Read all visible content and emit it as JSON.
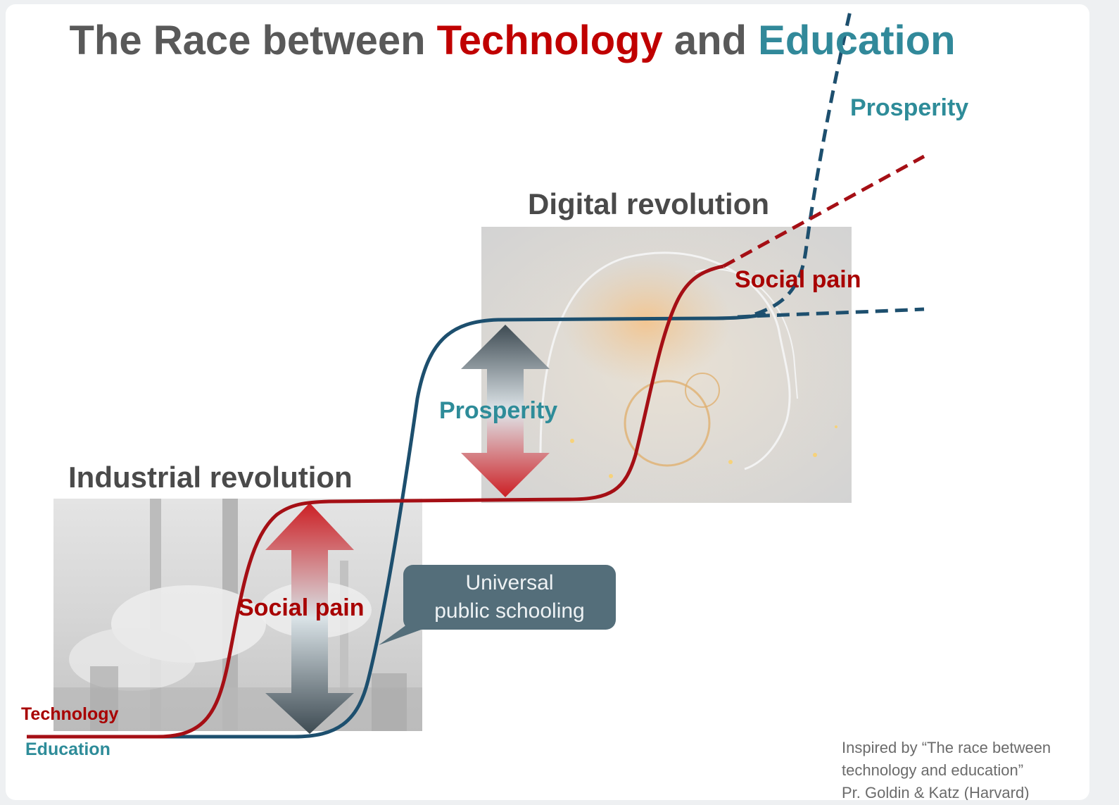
{
  "title": {
    "part1": "The Race between ",
    "technology": "Technology",
    "part2": " and ",
    "education": "Education"
  },
  "headings": {
    "digital": "Digital revolution",
    "industrial": "Industrial revolution"
  },
  "labels": {
    "prosperity_top": "Prosperity",
    "social_pain_digital": "Social pain",
    "prosperity_mid": "Prosperity",
    "social_pain_industrial": "Social pain",
    "technology": "Technology",
    "education": "Education"
  },
  "callout": {
    "line1": "Universal",
    "line2": "public schooling"
  },
  "citation": {
    "line1": "Inspired by “The race between",
    "line2": "technology  and education”",
    "line3": "Pr. Goldin & Katz  (Harvard)"
  },
  "colors": {
    "technology": "#a50f15",
    "education": "#1d4f6e",
    "title_gray": "#595959",
    "teal_label": "#31899a",
    "callout_bg": "#546e7a"
  },
  "icons": {
    "industrial_image": "factory-smokestacks-image",
    "digital_image": "ai-head-brain-image"
  }
}
